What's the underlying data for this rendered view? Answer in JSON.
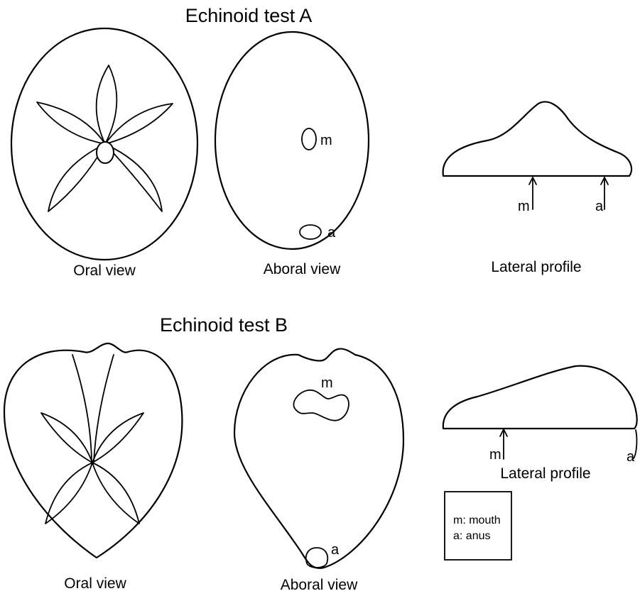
{
  "test_a": {
    "title": "Echinoid test A",
    "oral_caption": "Oral view",
    "aboral_caption": "Aboral view",
    "lateral_caption": "Lateral profile",
    "mouth_label": "m",
    "anus_label": "a",
    "lateral_mouth_label": "m",
    "lateral_anus_label": "a"
  },
  "test_b": {
    "title": "Echinoid test B",
    "oral_caption": "Oral view",
    "aboral_caption": "Aboral view",
    "lateral_caption": "Lateral profile",
    "mouth_label": "m",
    "anus_label": "a",
    "lateral_mouth_label": "m",
    "lateral_anus_label": "a"
  },
  "legend": {
    "mouth": "m: mouth",
    "anus": "a: anus"
  }
}
